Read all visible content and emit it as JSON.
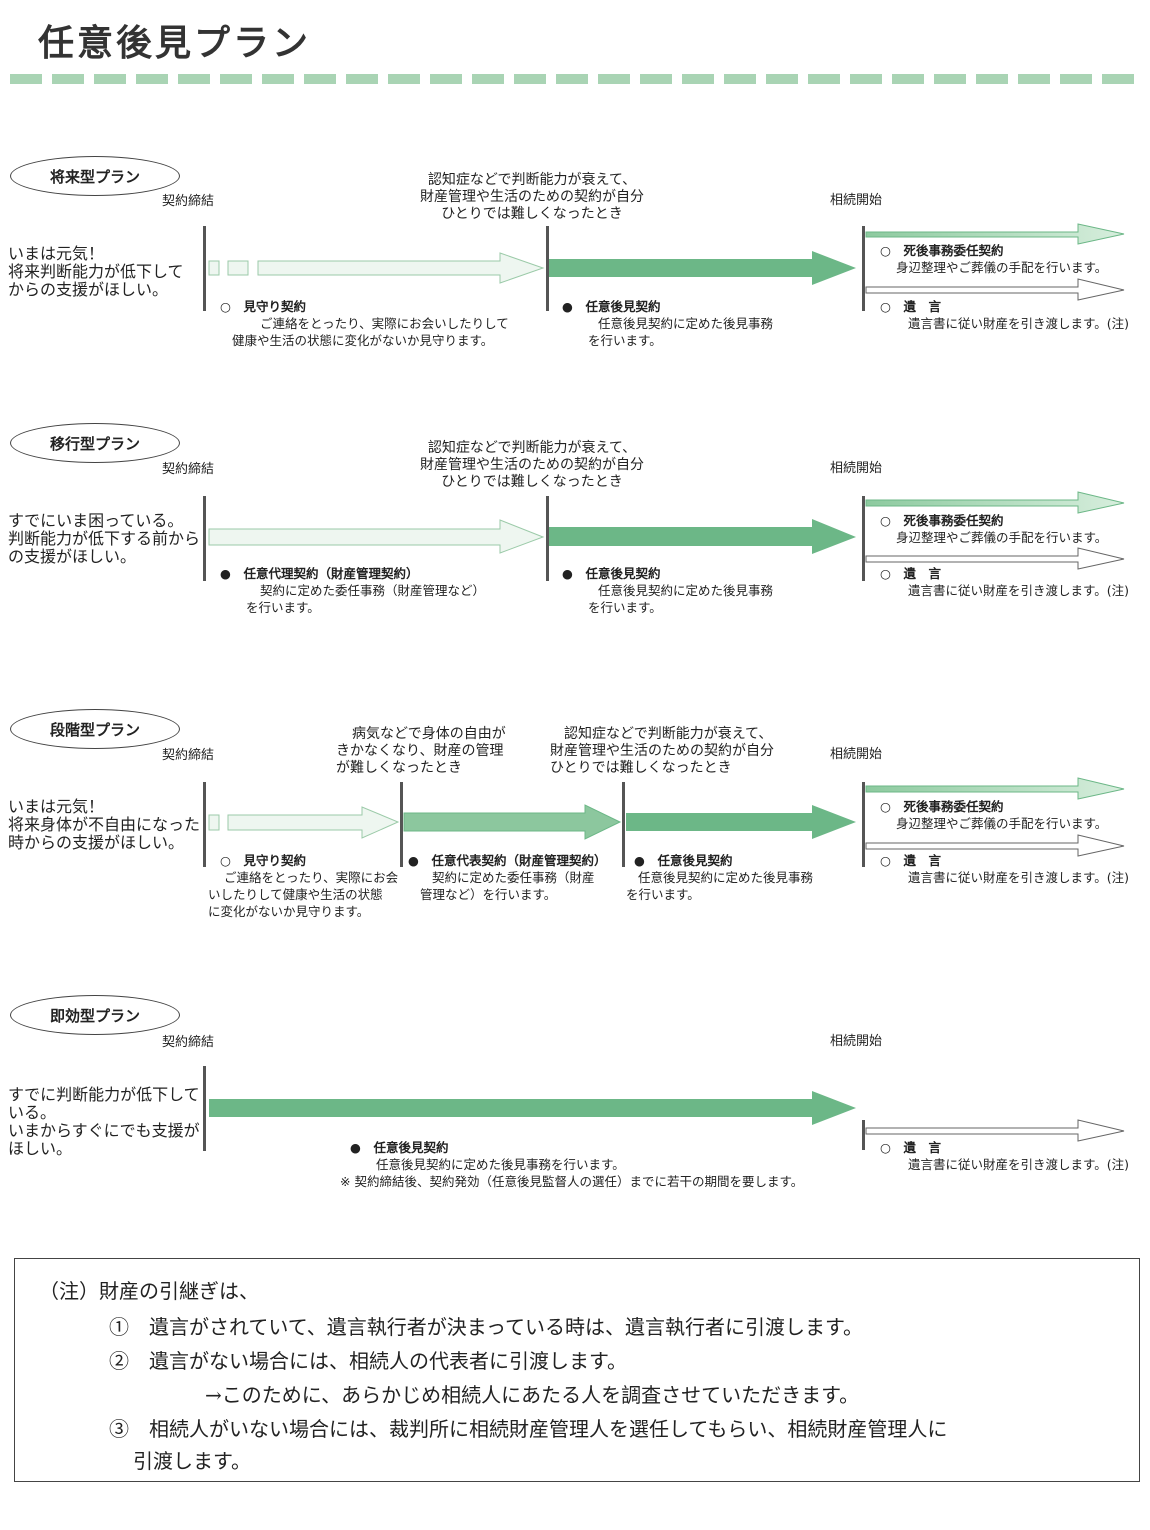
{
  "page": {
    "title": "任意後見プラン"
  },
  "labels": {
    "start": "契約締結",
    "inherit": "相続開始"
  },
  "plans": [
    {
      "name": "将来型プラン",
      "desc": [
        "いまは元気！",
        "将来判断能力が低下して",
        "からの支援がほしい。"
      ],
      "conditions": [
        [
          "認知症などで判断能力が衰えて、",
          "財産管理や生活のための契約が自分",
          "ひとりでは難しくなったとき"
        ]
      ],
      "contracts": [
        {
          "mark": "○",
          "title": "見守り契約",
          "lines": [
            "ご連絡をとったり、実際にお会いしたりして",
            "健康や生活の状態に変化がないか見守ります。"
          ]
        },
        {
          "mark": "●",
          "title": "任意後見契約",
          "lines": [
            "任意後見契約に定めた後見事務",
            "を行います。"
          ]
        }
      ],
      "after": [
        {
          "mark": "○",
          "title": "死後事務委任契約",
          "lines": [
            "身辺整理やご葬儀の手配を行います。"
          ]
        },
        {
          "mark": "○",
          "title": "遺　言",
          "lines": [
            "遺言書に従い財産を引き渡します。(注)"
          ]
        }
      ]
    },
    {
      "name": "移行型プラン",
      "desc": [
        "すでにいま困っている。",
        "判断能力が低下する前から",
        "の支援がほしい。"
      ],
      "conditions": [
        [
          "認知症などで判断能力が衰えて、",
          "財産管理や生活のための契約が自分",
          "ひとりでは難しくなったとき"
        ]
      ],
      "contracts": [
        {
          "mark": "●",
          "title": "任意代理契約（財産管理契約）",
          "lines": [
            "契約に定めた委任事務（財産管理など）",
            "を行います。"
          ]
        },
        {
          "mark": "●",
          "title": "任意後見契約",
          "lines": [
            "任意後見契約に定めた後見事務",
            "を行います。"
          ]
        }
      ],
      "after": [
        {
          "mark": "○",
          "title": "死後事務委任契約",
          "lines": [
            "身辺整理やご葬儀の手配を行います。"
          ]
        },
        {
          "mark": "○",
          "title": "遺　言",
          "lines": [
            "遺言書に従い財産を引き渡します。(注)"
          ]
        }
      ]
    },
    {
      "name": "段階型プラン",
      "desc": [
        "いまは元気！",
        "将来身体が不自由になった",
        "時からの支援がほしい。"
      ],
      "conditions": [
        [
          "病気などで身体の自由が",
          "きかなくなり、財産の管理",
          "が難しくなったとき"
        ],
        [
          "認知症などで判断能力が衰えて、",
          "財産管理や生活のための契約が自分",
          "ひとりでは難しくなったとき"
        ]
      ],
      "contracts": [
        {
          "mark": "○",
          "title": "見守り契約",
          "lines": [
            "ご連絡をとったり、実際にお会",
            "いしたりして健康や生活の状態",
            "に変化がないか見守ります。"
          ]
        },
        {
          "mark": "●",
          "title": "任意代表契約（財産管理契約）",
          "lines": [
            "契約に定めた委任事務（財産",
            "管理など）を行います。"
          ]
        },
        {
          "mark": "●",
          "title": "任意後見契約",
          "lines": [
            "任意後見契約に定めた後見事務",
            "を行います。"
          ]
        }
      ],
      "after": [
        {
          "mark": "○",
          "title": "死後事務委任契約",
          "lines": [
            "身辺整理やご葬儀の手配を行います。"
          ]
        },
        {
          "mark": "○",
          "title": "遺　言",
          "lines": [
            "遺言書に従い財産を引き渡します。(注)"
          ]
        }
      ]
    },
    {
      "name": "即効型プラン",
      "desc": [
        "すでに判断能力が低下して",
        "いる。",
        "いまからすぐにでも支援が",
        "ほしい。"
      ],
      "conditions": [],
      "contracts": [
        {
          "mark": "●",
          "title": "任意後見契約",
          "lines": [
            "任意後見契約に定めた後見事務を行います。"
          ]
        }
      ],
      "remark": "※ 契約締結後、契約発効（任意後見監督人の選任）までに若干の期間を要します。",
      "after": [
        {
          "mark": "○",
          "title": "遺　言",
          "lines": [
            "遺言書に従い財産を引き渡します。(注)"
          ]
        }
      ]
    }
  ],
  "footnote": {
    "head": "（注）財産の引継ぎは、",
    "items": [
      "①　遺言がされていて、遺言執行者が決まっている時は、遺言執行者に引渡します。",
      "②　遺言がない場合には、相続人の代表者に引渡します。",
      "→このために、あらかじめ相続人にあたる人を調査させていただきます。",
      "③　相続人がいない場合には、裁判所に相続財産管理人を選任してもらい、相続財産管理人に",
      "引渡します。"
    ]
  },
  "colors": {
    "dark_arrow": "#6cb787",
    "light_arrow": "#e9f4ec",
    "after_arrow": "#a8d6b6",
    "accent": "#a9d4b4"
  }
}
